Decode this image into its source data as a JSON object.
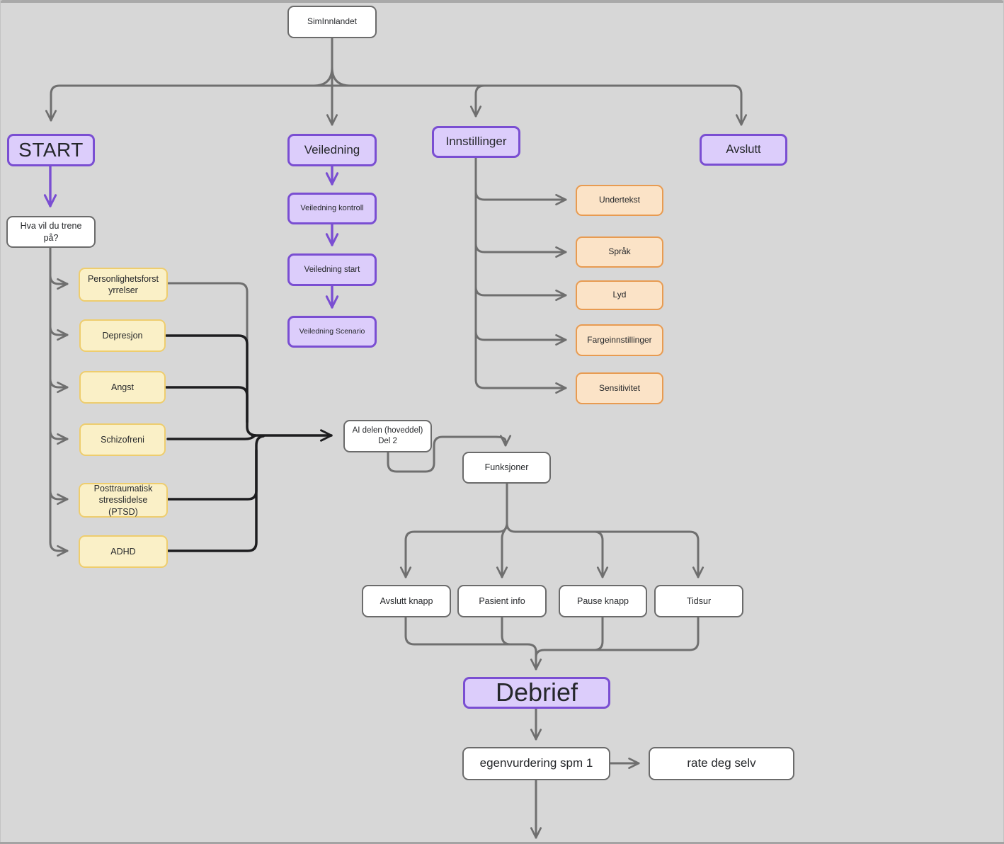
{
  "diagram": {
    "title": "SimInnlandet flowchart",
    "colors": {
      "background": "#d7d7d7",
      "purple_fill": "#dccdfb",
      "purple_border": "#7a4ed2",
      "yellow_fill": "#faf0c7",
      "yellow_border": "#eecd6e",
      "orange_fill": "#fbe3c7",
      "orange_border": "#e89b51",
      "white_fill": "#ffffff",
      "white_border": "#6b6b6b",
      "connector_gray": "#6f6f6f",
      "connector_black": "#1d1d1f",
      "connector_purple": "#7a4ed2"
    },
    "edges": [
      {
        "from": "SimInnlandet",
        "to": "START"
      },
      {
        "from": "SimInnlandet",
        "to": "Veiledning"
      },
      {
        "from": "SimInnlandet",
        "to": "Innstillinger"
      },
      {
        "from": "SimInnlandet",
        "to": "Avslutt"
      },
      {
        "from": "START",
        "to": "Hva vil du trene på?"
      },
      {
        "from": "Hva vil du trene på?",
        "to": "Personlighetsforstyrrelser"
      },
      {
        "from": "Hva vil du trene på?",
        "to": "Depresjon"
      },
      {
        "from": "Hva vil du trene på?",
        "to": "Angst"
      },
      {
        "from": "Hva vil du trene på?",
        "to": "Schizofreni"
      },
      {
        "from": "Hva vil du trene på?",
        "to": "Posttraumatisk stresslidelse (PTSD)"
      },
      {
        "from": "Hva vil du trene på?",
        "to": "ADHD"
      },
      {
        "from": "Personlighetsforstyrrelser",
        "to": "AI delen (hoveddel) Del 2"
      },
      {
        "from": "Depresjon",
        "to": "AI delen (hoveddel) Del 2"
      },
      {
        "from": "Angst",
        "to": "AI delen (hoveddel) Del 2"
      },
      {
        "from": "Schizofreni",
        "to": "AI delen (hoveddel) Del 2"
      },
      {
        "from": "Posttraumatisk stresslidelse (PTSD)",
        "to": "AI delen (hoveddel) Del 2"
      },
      {
        "from": "ADHD",
        "to": "AI delen (hoveddel) Del 2"
      },
      {
        "from": "Veiledning",
        "to": "Veiledning kontroll"
      },
      {
        "from": "Veiledning kontroll",
        "to": "Veiledning start"
      },
      {
        "from": "Veiledning start",
        "to": "Veiledning Scenario"
      },
      {
        "from": "Innstillinger",
        "to": "Undertekst"
      },
      {
        "from": "Innstillinger",
        "to": "Språk"
      },
      {
        "from": "Innstillinger",
        "to": "Lyd"
      },
      {
        "from": "Innstillinger",
        "to": "Fargeinnstillinger"
      },
      {
        "from": "Innstillinger",
        "to": "Sensitivitet"
      },
      {
        "from": "AI delen (hoveddel) Del 2",
        "to": "Funksjoner"
      },
      {
        "from": "Funksjoner",
        "to": "Avslutt knapp"
      },
      {
        "from": "Funksjoner",
        "to": "Pasient info"
      },
      {
        "from": "Funksjoner",
        "to": "Pause knapp"
      },
      {
        "from": "Funksjoner",
        "to": "Tidsur"
      },
      {
        "from": "Avslutt knapp",
        "to": "Debrief"
      },
      {
        "from": "Pasient info",
        "to": "Debrief"
      },
      {
        "from": "Pause knapp",
        "to": "Debrief"
      },
      {
        "from": "Tidsur",
        "to": "Debrief"
      },
      {
        "from": "Debrief",
        "to": "egenvurdering spm 1"
      },
      {
        "from": "egenvurdering spm 1",
        "to": "rate deg selv"
      },
      {
        "from": "egenvurdering spm 1",
        "to": "(continues below)"
      }
    ],
    "nodes": {
      "siminnlandet": {
        "label": "SimInnlandet"
      },
      "start": {
        "label": "START"
      },
      "veiledning": {
        "label": "Veiledning"
      },
      "innstillinger": {
        "label": "Innstillinger"
      },
      "avslutt": {
        "label": "Avslutt"
      },
      "question": {
        "label": "Hva vil du trene på?"
      },
      "personlighetsforstyrrelser": {
        "label": "Personlighetsforstyrrelser"
      },
      "depresjon": {
        "label": "Depresjon"
      },
      "angst": {
        "label": "Angst"
      },
      "schizofreni": {
        "label": "Schizofreni"
      },
      "ptsd": {
        "label": "Posttraumatisk stresslidelse (PTSD)"
      },
      "adhd": {
        "label": "ADHD"
      },
      "veiledning_kontroll": {
        "label": "Veiledning kontroll"
      },
      "veiledning_start": {
        "label": "Veiledning start"
      },
      "veiledning_scenario": {
        "label": "Veiledning Scenario"
      },
      "undertekst": {
        "label": "Undertekst"
      },
      "sprak": {
        "label": "Språk"
      },
      "lyd": {
        "label": "Lyd"
      },
      "fargeinnstillinger": {
        "label": "Fargeinnstillinger"
      },
      "sensitivitet": {
        "label": "Sensitivitet"
      },
      "ai_delen": {
        "label_line1": "AI delen (hoveddel)",
        "label_line2": "Del 2"
      },
      "funksjoner": {
        "label": "Funksjoner"
      },
      "avslutt_knapp": {
        "label": "Avslutt knapp"
      },
      "pasient_info": {
        "label": "Pasient info"
      },
      "pause_knapp": {
        "label": "Pause knapp"
      },
      "tidsur": {
        "label": "Tidsur"
      },
      "debrief": {
        "label": "Debrief"
      },
      "egenvurdering_spm_1": {
        "label": "egenvurdering spm 1"
      },
      "rate_deg_selv": {
        "label": "rate deg selv"
      }
    }
  }
}
